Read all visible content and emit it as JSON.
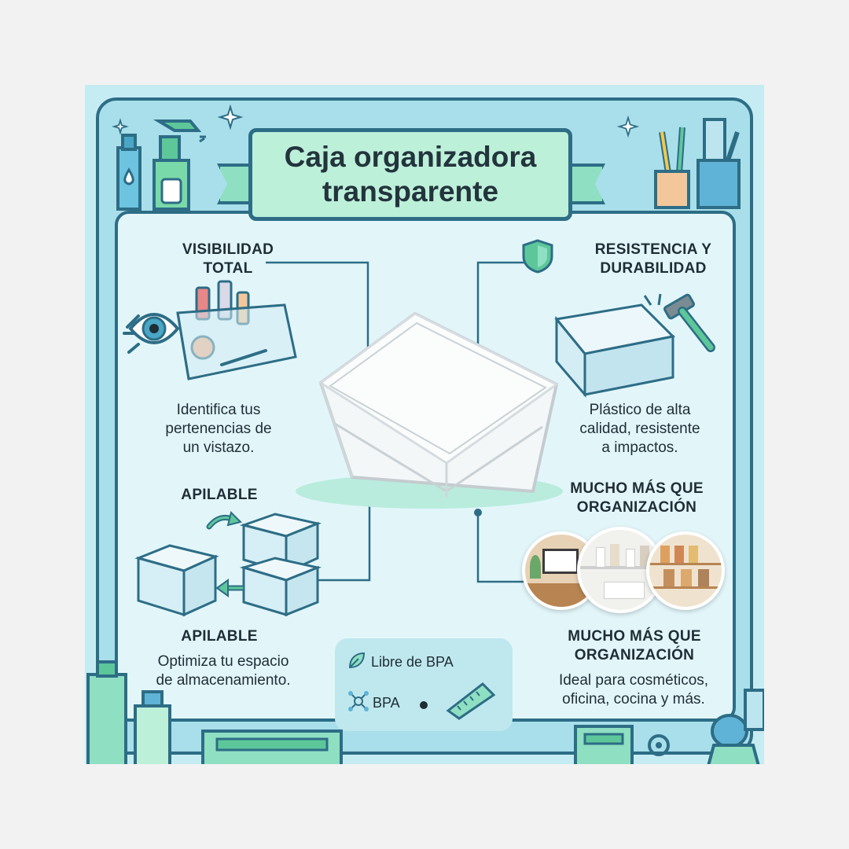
{
  "title": {
    "line1": "Caja organizadora",
    "line2": "transparente"
  },
  "features": {
    "visibility": {
      "heading_line1": "VISIBILIDAD",
      "heading_line2": "TOTAL",
      "desc_line1": "Identifica tus",
      "desc_line2": "pertenencias de",
      "desc_line3": "un vistazo."
    },
    "resistance": {
      "heading_line1": "RESISTENCIA Y",
      "heading_line2": "DURABILIDAD",
      "desc_line1": "Plástico de alta",
      "desc_line2": "calidad, resistente",
      "desc_line3": "a impactos."
    },
    "stackable": {
      "heading_top": "APILABLE",
      "heading_bottom": "APILABLE",
      "desc_line1": "Optimiza tu espacio",
      "desc_line2": "de almacenamiento."
    },
    "more": {
      "heading_top_line1": "MUCHO MÁS QUE",
      "heading_top_line2": "ORGANIZACIÓN",
      "heading_bottom_line1": "MUCHO MÁS QUE",
      "heading_bottom_line2": "ORGANIZACIÓN",
      "desc_line1": "Ideal para cosméticos,",
      "desc_line2": "oficina, cocina y más."
    }
  },
  "badges": {
    "bpa_free": "Libre de BPA",
    "bpa": "BPA"
  },
  "icons": [
    "spray-bottle-icon",
    "pencil-cup-icon",
    "eye-icon",
    "shield-icon",
    "hammer-icon",
    "leaf-icon",
    "bpa-molecule-icon",
    "ruler-icon",
    "arrow-icon"
  ],
  "colors": {
    "outline": "#2d6d86",
    "background": "#c6ecf3",
    "panel": "#e2f6fa",
    "banner": "#bdf0d9",
    "accent_green": "#5dc79a",
    "accent_blue": "#5fb3d6"
  }
}
